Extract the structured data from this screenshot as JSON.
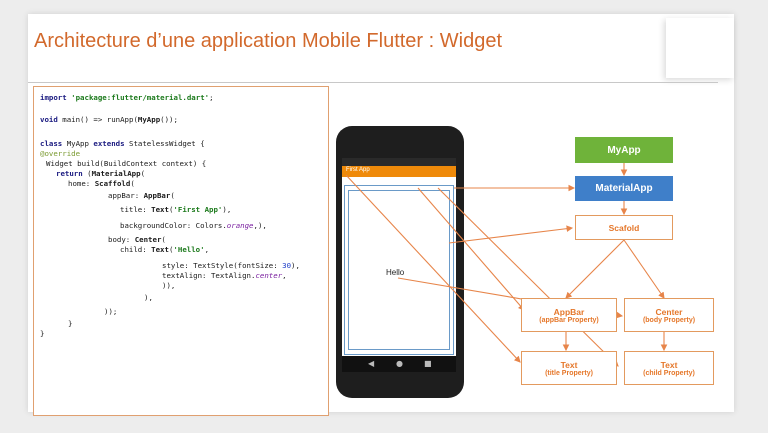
{
  "slide": {
    "title": "Architecture d’une application Mobile Flutter :  Widget"
  },
  "code": {
    "lines": [
      "import 'package:flutter/material.dart';",
      "void main() => runApp(MyApp());",
      "class MyApp extends StatelessWidget {",
      "@override",
      "Widget build(BuildContext context) {",
      "return (MaterialApp(",
      "home: Scaffold(",
      "appBar: AppBar(",
      "title: Text('First App'),",
      "backgroundColor: Colors.orange,),",
      "body: Center(",
      "child: Text('Hello',",
      "style: TextStyle(fontSize: 30),",
      "textAlign: TextAlign.center,",
      ")),",
      "),",
      "));",
      "}",
      "}"
    ]
  },
  "phone": {
    "appbar_title": "First App",
    "body_text": "Hello",
    "appbar_color": "#ef8a0a",
    "nav_icons": [
      "back-icon",
      "home-icon",
      "recents-icon"
    ]
  },
  "tree": {
    "myapp": "MyApp",
    "materialapp": "MaterialApp",
    "scafold": "Scafold",
    "appbar": {
      "name": "AppBar",
      "prop": "(appBar Property)"
    },
    "center": {
      "name": "Center",
      "prop": "(body Property)"
    },
    "text_title": {
      "name": "Text",
      "prop": "(title Property)"
    },
    "text_child": {
      "name": "Text",
      "prop": "(child Property)"
    }
  },
  "colors": {
    "title": "#d2692c",
    "node_green": "#6fb33a",
    "node_blue": "#3f7fc9",
    "node_border": "#e39a5e",
    "arrow": "#e7854a"
  }
}
